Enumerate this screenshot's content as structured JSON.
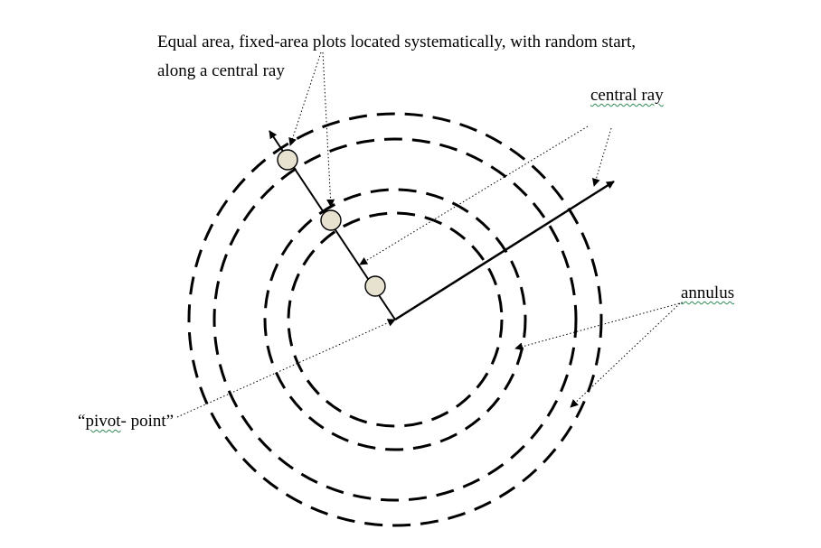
{
  "labels": {
    "plots_line1": "Equal area, fixed-area plots located systematically, with random start,",
    "plots_line2": "along a central ray",
    "central_ray": "central ray",
    "annulus": "annulus",
    "pivot_open": "“",
    "pivot_word": "pivot",
    "pivot_rest": "- point”"
  },
  "colors": {
    "stroke": "#000000",
    "plot_fill": "#e6e2cf",
    "squiggle": "#2e8b57"
  }
}
